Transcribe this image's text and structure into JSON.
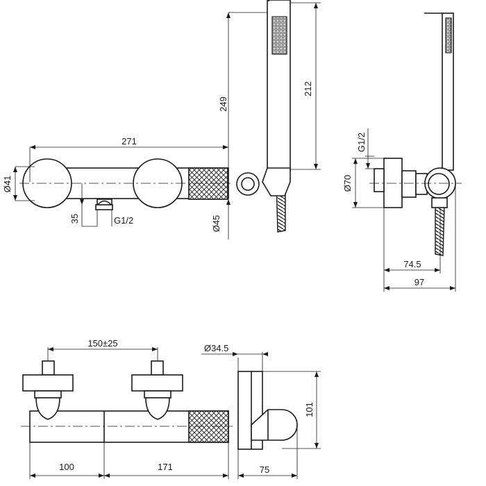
{
  "dimensions": {
    "front": {
      "width_271": "271",
      "diam_41": "Ø41",
      "height_35": "35",
      "thread_g12": "G1/2",
      "diam_45": "Ø45",
      "height_249": "249",
      "height_212": "212"
    },
    "side": {
      "thread_g12": "G1/2",
      "diam_70": "Ø70",
      "depth_74_5": "74.5",
      "depth_97": "97"
    },
    "bottom": {
      "spacing_150": "150±25",
      "diam_34_5": "Ø34.5",
      "len_100": "100",
      "len_171": "171",
      "height_101": "101",
      "depth_75": "75"
    }
  }
}
